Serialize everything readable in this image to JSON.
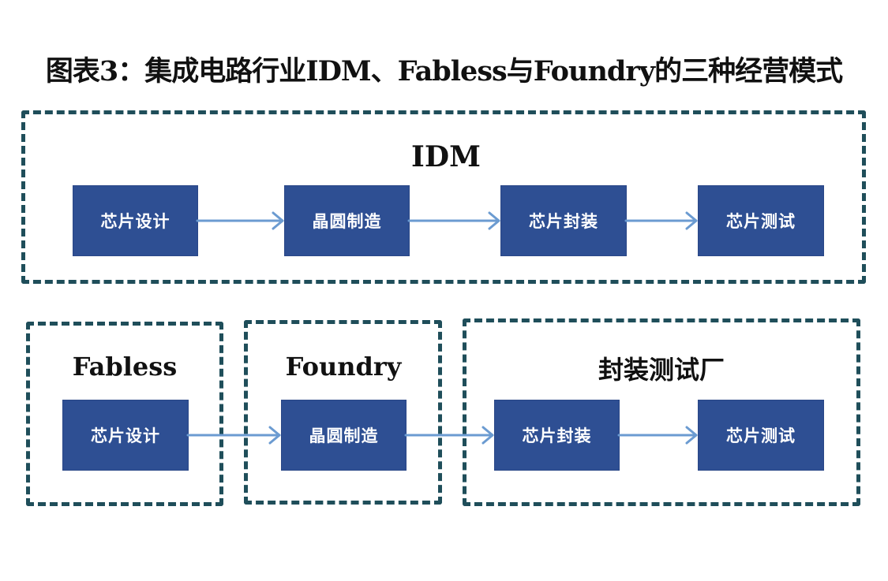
{
  "title": "图表3：集成电路行业IDM、Fabless与Foundry的三种经营模式",
  "idm": {
    "label": "IDM",
    "steps": [
      "芯片设计",
      "晶圆制造",
      "芯片封装",
      "芯片测试"
    ]
  },
  "fabless": {
    "label": "Fabless",
    "step": "芯片设计"
  },
  "foundry": {
    "label": "Foundry",
    "step": "晶圆制造"
  },
  "osat": {
    "label": "封装测试厂",
    "steps": [
      "芯片封装",
      "芯片测试"
    ]
  },
  "colors": {
    "box": "#2e4f93",
    "frame": "#1f4e5a",
    "arrow": "#6b9bd1"
  }
}
